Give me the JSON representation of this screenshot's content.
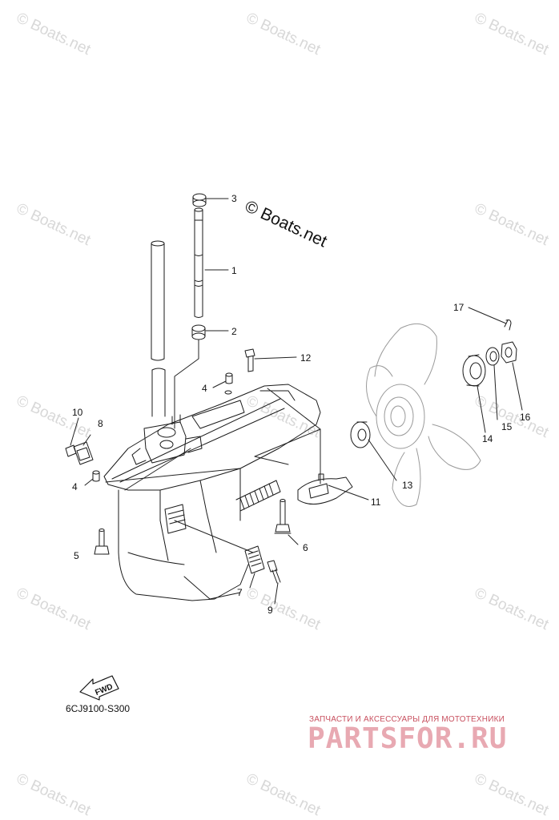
{
  "watermark_text": "© Boats.net",
  "main_watermark": "© Boats.net",
  "diagram_code": "6CJ9100-S300",
  "fwd_label": "FWD",
  "footer": {
    "tagline": "ЗАПЧАСТИ И АКСЕССУАРЫ ДЛЯ МОТОТЕХНИКИ",
    "logo": "PARTSFOR.RU"
  },
  "callouts": [
    "1",
    "2",
    "3",
    "4",
    "4",
    "5",
    "6",
    "7",
    "8",
    "9",
    "10",
    "11",
    "12",
    "13",
    "14",
    "15",
    "16",
    "17"
  ]
}
